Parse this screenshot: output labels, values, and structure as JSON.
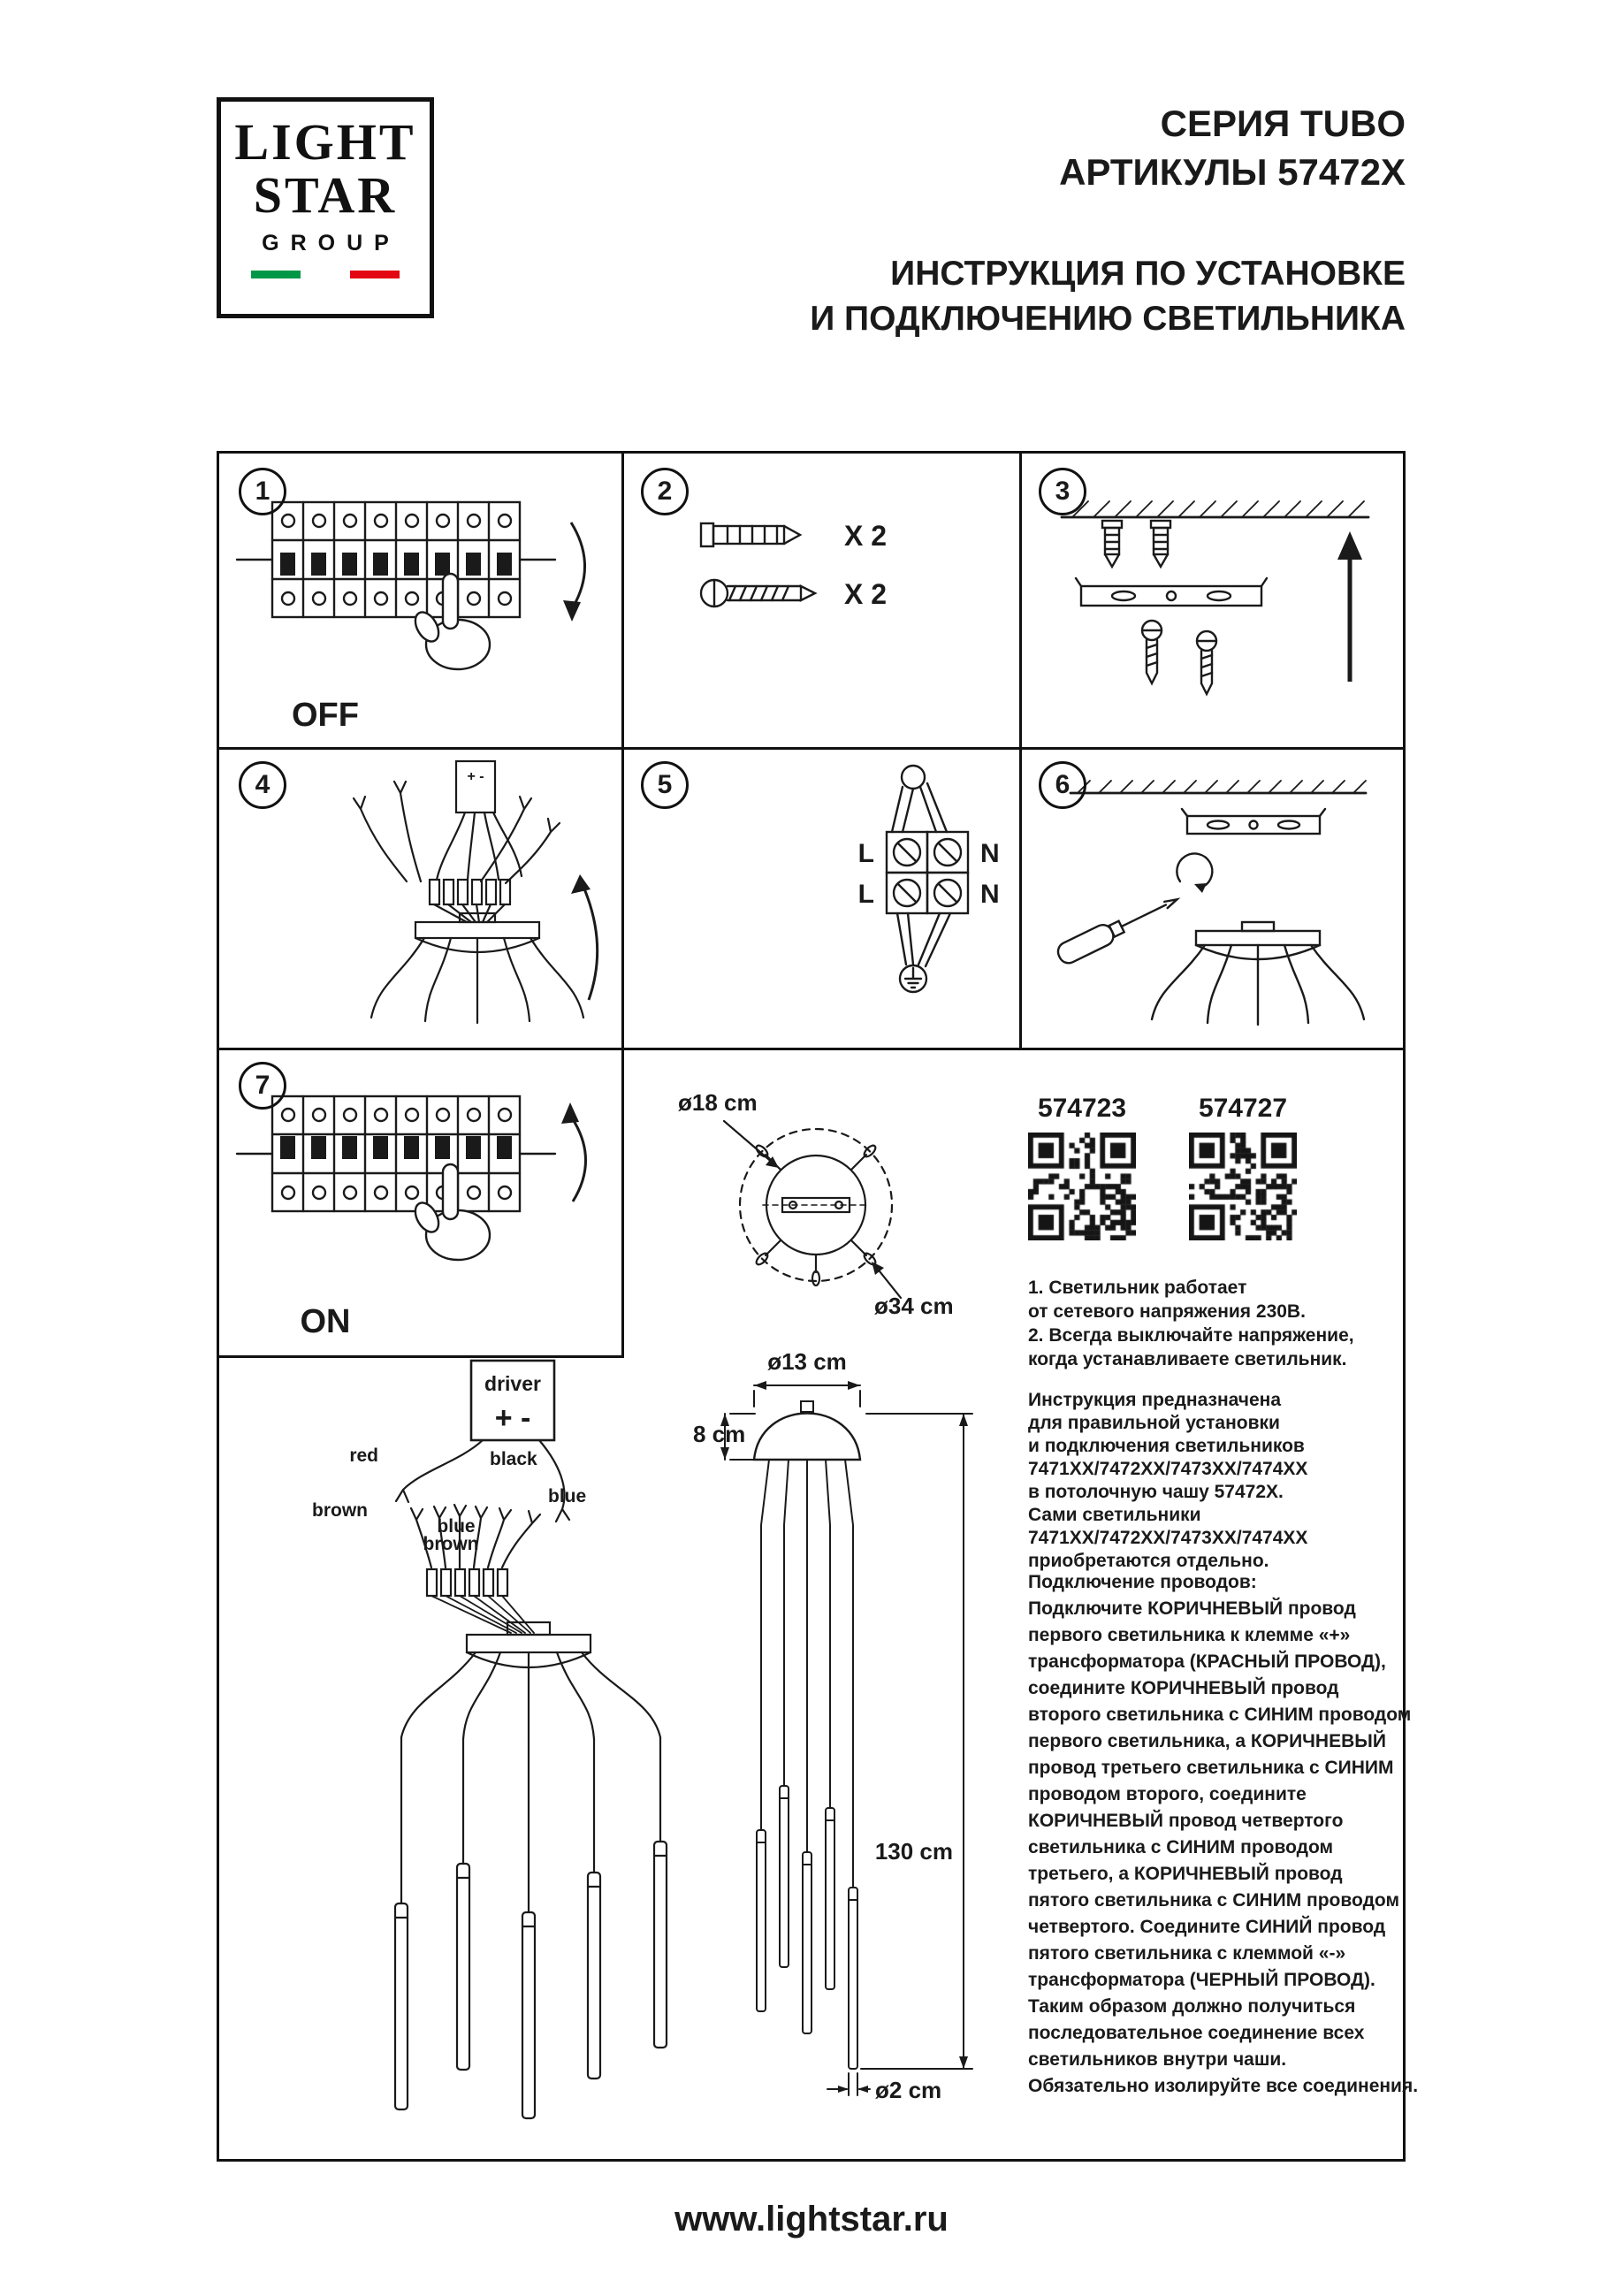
{
  "logo": {
    "line1": "LIGHT",
    "line2": "STAR",
    "line3": "GROUP"
  },
  "header": {
    "series": "СЕРИЯ TUBO",
    "articles": "АРТИКУЛЫ 57472X",
    "title_line1": "ИНСТРУКЦИЯ ПО УСТАНОВКЕ",
    "title_line2": "И ПОДКЛЮЧЕНИЮ СВЕТИЛЬНИКА"
  },
  "steps": {
    "s1": {
      "num": "1",
      "label": "OFF"
    },
    "s2": {
      "num": "2",
      "qty_anchor": "X 2",
      "qty_screw": "X 2"
    },
    "s3": {
      "num": "3"
    },
    "s4": {
      "num": "4",
      "marks": "+ -"
    },
    "s5": {
      "num": "5",
      "l_top": "L",
      "n_top": "N",
      "l_bottom": "L",
      "n_bottom": "N"
    },
    "s6": {
      "num": "6"
    },
    "s7": {
      "num": "7",
      "label": "ON"
    }
  },
  "top_view": {
    "inner_diameter": "ø18 cm",
    "outer_diameter": "ø34 cm"
  },
  "qr": {
    "left_article": "574723",
    "right_article": "574727"
  },
  "notes": "1. Светильник работает\nот сетевого напряжения 230В.\n2. Всегда выключайте напряжение,\nкогда устанавливаете светильник.",
  "wiring": {
    "driver": "driver",
    "polarity": "+ -",
    "label_red": "red",
    "label_black": "black",
    "label_brown_left": "brown",
    "label_blue_right": "blue",
    "label_blue_mid": "blue",
    "label_brown_mid": "brown"
  },
  "dimensions": {
    "cup_diameter": "ø13 cm",
    "cup_height": "8 cm",
    "drop_length": "130 cm",
    "tube_diameter": "ø2 cm"
  },
  "instructions": {
    "para1": "Инструкция предназначена\nдля правильной установки\nи подключения светильников\n7471XX/7472XX/7473XX/7474XX\nв потолочную чашу 57472X.\nСами светильники\n7471XX/7472XX/7473XX/7474XX\nприобретаются отдельно.",
    "para2_title": "Подключение проводов:",
    "para2": "Подключите КОРИЧНЕВЫЙ провод\nпервого светильника к клемме «+»\nтрансформатора (КРАСНЫЙ ПРОВОД),\nсоедините КОРИЧНЕВЫЙ провод\nвторого светильника с СИНИМ проводом\nпервого светильника, а КОРИЧНЕВЫЙ\nпровод третьего светильника с СИНИМ\nпроводом второго, соедините\nКОРИЧНЕВЫЙ провод четвертого\nсветильника с СИНИМ проводом\nтретьего, а КОРИЧНЕВЫЙ провод\nпятого светильника с СИНИМ проводом\nчетвертого. Соедините СИНИЙ провод\nпятого светильника с клеммой «-»\nтрансформатора (ЧЕРНЫЙ ПРОВОД).\nТаким образом должно получиться\nпоследовательное соединение всех\nсветильников внутри чаши.\nОбязательно изолируйте все соединения."
  },
  "footer": {
    "url": "www.lightstar.ru"
  }
}
